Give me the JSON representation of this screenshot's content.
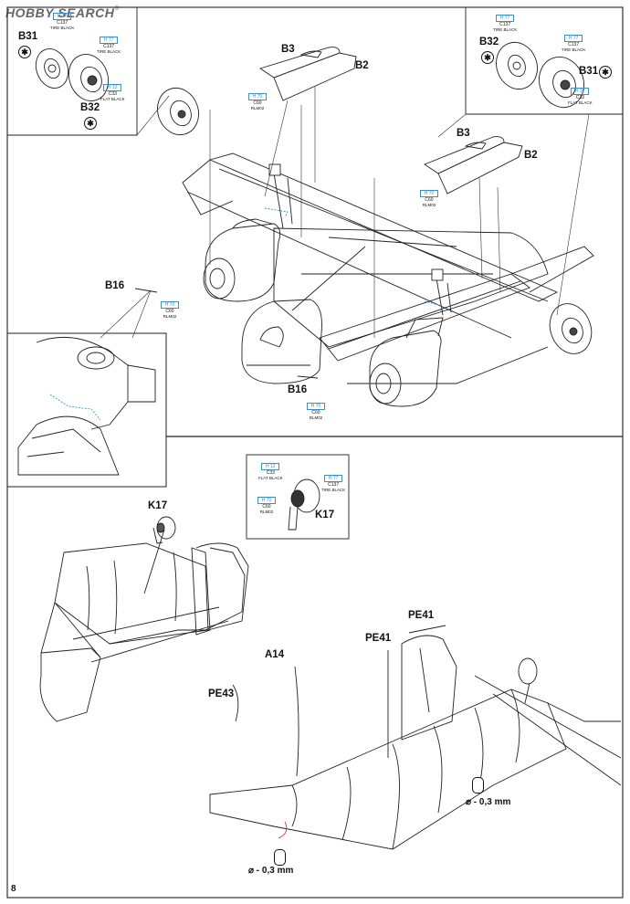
{
  "watermark": {
    "brand": "HOBBY SEARCH",
    "mark": "®"
  },
  "page_number": "8",
  "parts": {
    "b31_top": "B31",
    "b32_top": "B32",
    "b3_a": "B3",
    "b2_a": "B2",
    "b32_right": "B32",
    "b31_right": "B31",
    "b3_b": "B3",
    "b2_b": "B2",
    "b16_a": "B16",
    "b16_b": "B16",
    "k17_a": "K17",
    "k17_b": "K17",
    "pe41_a": "PE41",
    "pe41_b": "PE41",
    "a14": "A14",
    "pe43": "PE43"
  },
  "color_callouts": {
    "tire_black": {
      "code": "H 77",
      "mr": "C137",
      "name": "TIRE BLACK"
    },
    "flat_black": {
      "code": "H 12",
      "mr": "C33",
      "name": "FLAT BLACK"
    },
    "rlm02": {
      "code": "H 70",
      "mr": "C60",
      "name": "RLM02"
    }
  },
  "dimensions": {
    "drill_a": "⌀ - 0,3 mm",
    "drill_b": "⌀ - 0,3 mm"
  },
  "icons": [
    "star-cross-icon",
    "drill-icon"
  ]
}
